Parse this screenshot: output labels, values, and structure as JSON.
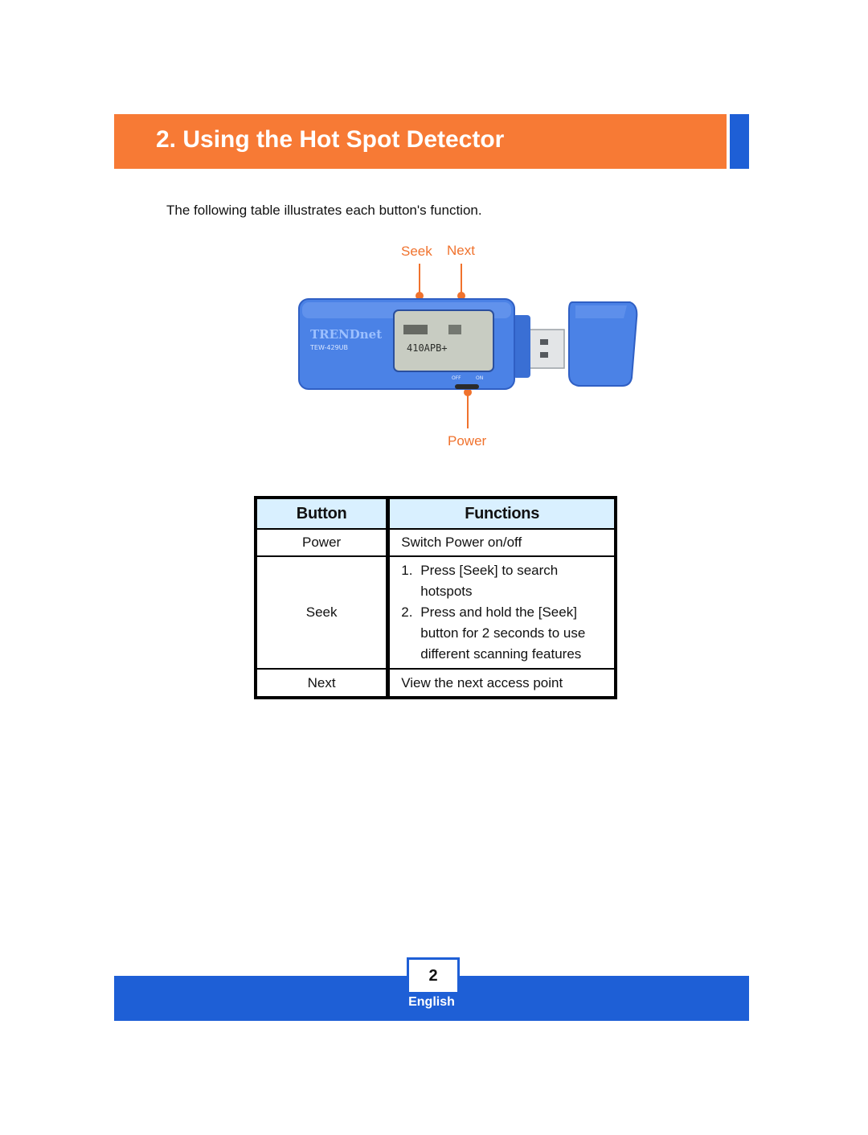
{
  "header": {
    "title": "2. Using the Hot Spot Detector"
  },
  "intro": "The following table illustrates each button's function.",
  "device": {
    "labels": {
      "seek": "Seek",
      "next": "Next",
      "power": "Power"
    },
    "brand": "TRENDnet",
    "model": "TEW-429UB",
    "screen_text": "410APB+",
    "switch_off": "OFF",
    "switch_on": "ON",
    "colors": {
      "body": "#4b82e6",
      "body_dark": "#2f5fc4",
      "screen": "#c8ccc2",
      "callout": "#f0722d"
    }
  },
  "table": {
    "headers": {
      "button": "Button",
      "functions": "Functions"
    },
    "rows": [
      {
        "button": "Power",
        "functions": [
          "Switch Power on/off"
        ]
      },
      {
        "button": "Seek",
        "functions": [
          "Press [Seek] to search hotspots",
          "Press and hold the [Seek] button for 2 seconds to use different scanning features"
        ],
        "numbers": [
          "1.",
          "2."
        ]
      },
      {
        "button": "Next",
        "functions": [
          "View the next access point"
        ]
      }
    ]
  },
  "footer": {
    "page_number": "2",
    "language": "English"
  },
  "colors": {
    "title_bar": "#f77a35",
    "accent_blue": "#1e5fd6",
    "table_header": "#d9f0ff"
  }
}
